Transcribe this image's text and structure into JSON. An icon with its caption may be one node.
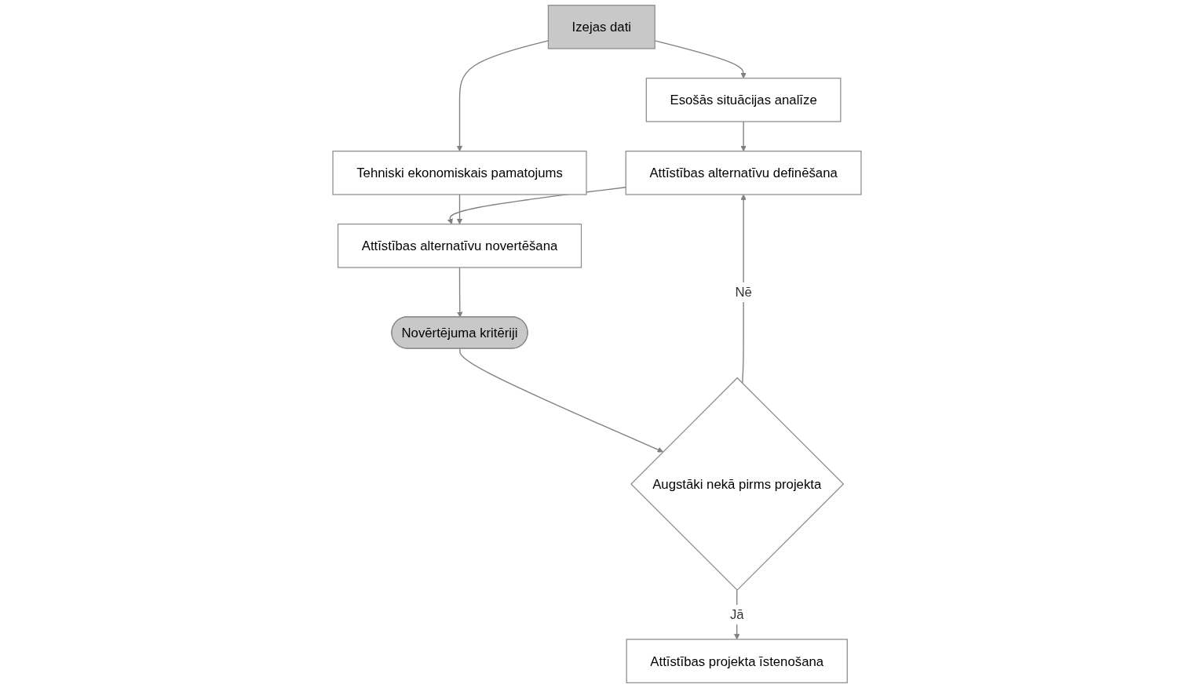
{
  "diagram": {
    "nodes": [
      {
        "text": [
          "Izejas dati"
        ]
      },
      {
        "text": [
          "Esošās situācijas analīze"
        ]
      },
      {
        "text": [
          "Attīstības alternatīvu definēšana"
        ]
      },
      {
        "text": [
          "Tehniski ekonomiskais pamatojums"
        ]
      },
      {
        "text": [
          "Attīstības alternatīvu novertēšana"
        ]
      },
      {
        "text": [
          "Novērtējuma kritēriji"
        ]
      },
      {
        "text": [
          "Augstāki nekā pirms projekta"
        ]
      },
      {
        "text": [
          "Attīstības projekta īstenošana"
        ]
      }
    ],
    "edges": [
      {
        "from": 0,
        "to": 1,
        "arrow": "to"
      },
      {
        "from": 0,
        "to": 3,
        "arrow": "to"
      },
      {
        "from": 1,
        "to": 2,
        "arrow": "to"
      },
      {
        "from": 2,
        "to": 4,
        "arrow": "to"
      },
      {
        "from": 3,
        "to": 4,
        "arrow": "to"
      },
      {
        "from": 4,
        "to": 5,
        "arrow": "to"
      },
      {
        "from": 5,
        "to": 6,
        "arrow": "to"
      },
      {
        "from": 6,
        "to": 2,
        "label": "Nē",
        "arrow": "to"
      },
      {
        "from": 6,
        "to": 7,
        "label": "Jā",
        "arrow": "to"
      }
    ]
  }
}
